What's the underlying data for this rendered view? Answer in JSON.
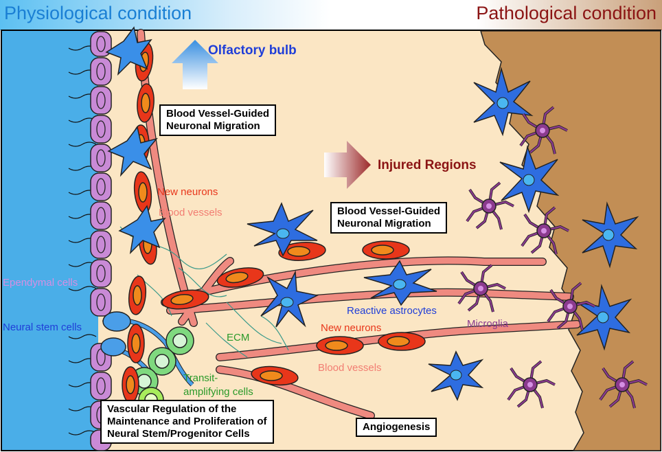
{
  "header": {
    "left_title": "Physiological condition",
    "right_title": "Pathological condition"
  },
  "arrows": {
    "olfactory_bulb": "Olfactory bulb",
    "injured_regions": "Injured Regions"
  },
  "boxes": {
    "migration_top": [
      "Blood Vessel-Guided",
      "Neuronal Migration"
    ],
    "migration_mid": [
      "Blood Vessel-Guided",
      "Neuronal Migration"
    ],
    "vascular_regulation": [
      "Vascular Regulation of the",
      "Maintenance and Proliferation of",
      "Neural Stem/Progenitor Cells"
    ],
    "angiogenesis": "Angiogenesis"
  },
  "labels": {
    "new_neurons_1": "New neurons",
    "blood_vessels_1": "Blood vessels",
    "ependymal_cells": "Ependymal cells",
    "neural_stem_cells": "Neural stem cells",
    "ecm": "ECM",
    "transit_1": "Transit-",
    "transit_2": "amplifying cells",
    "reactive_astrocytes": "Reactive astrocytes",
    "microglia": "Microglia",
    "new_neurons_2": "New neurons",
    "blood_vessels_2": "Blood vessels"
  },
  "colors": {
    "physiological": "#1a7fd4",
    "pathological": "#8b1414",
    "ventricle": "#4aaee8",
    "parenchyma": "#fbe6c4",
    "injured_tissue": "#c28e55",
    "ependymal": "#c98ad6",
    "neuron": "#e8361a",
    "neuron_nucleus": "#f08a1c",
    "vessel": "#ef8a80",
    "astrocyte": "#2e6de0",
    "microglia": "#8b3a8e",
    "transit_cell": "#6fd66f",
    "label_blue": "#1f3ed8",
    "label_green": "#2a9a2a",
    "label_red": "#e8361a",
    "label_pink": "#f27d72",
    "label_purple": "#8b3a8e",
    "label_lilac": "#d58fe3"
  }
}
